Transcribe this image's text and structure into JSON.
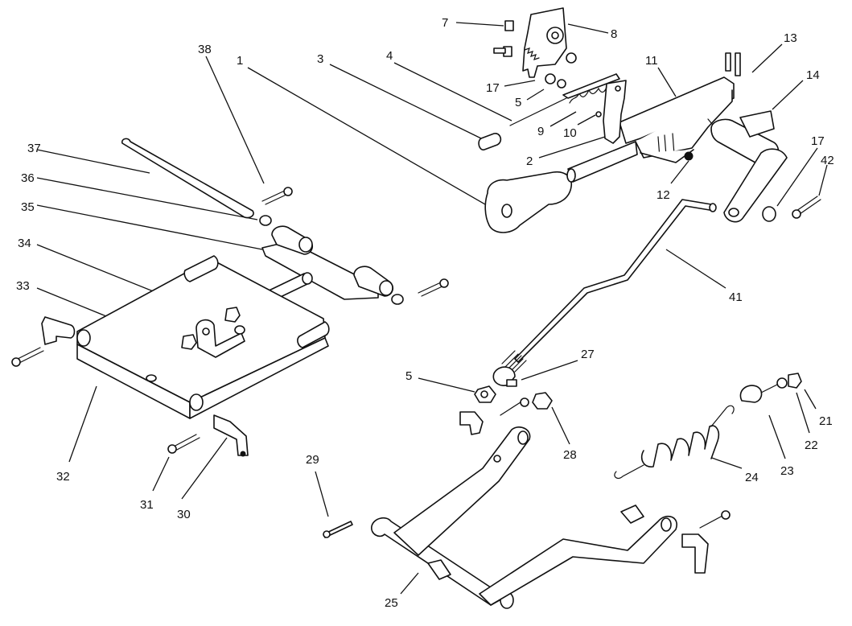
{
  "diagram": {
    "callouts": [
      {
        "id": "c1",
        "label": "1"
      },
      {
        "id": "c2",
        "label": "2"
      },
      {
        "id": "c3",
        "label": "3"
      },
      {
        "id": "c4",
        "label": "4"
      },
      {
        "id": "c5a",
        "label": "5"
      },
      {
        "id": "c5b",
        "label": "5"
      },
      {
        "id": "c7",
        "label": "7"
      },
      {
        "id": "c8",
        "label": "8"
      },
      {
        "id": "c9",
        "label": "9"
      },
      {
        "id": "c10",
        "label": "10"
      },
      {
        "id": "c11",
        "label": "11"
      },
      {
        "id": "c12",
        "label": "12"
      },
      {
        "id": "c13",
        "label": "13"
      },
      {
        "id": "c14",
        "label": "14"
      },
      {
        "id": "c17a",
        "label": "17"
      },
      {
        "id": "c17b",
        "label": "17"
      },
      {
        "id": "c21",
        "label": "21"
      },
      {
        "id": "c22",
        "label": "22"
      },
      {
        "id": "c23",
        "label": "23"
      },
      {
        "id": "c24",
        "label": "24"
      },
      {
        "id": "c25",
        "label": "25"
      },
      {
        "id": "c27",
        "label": "27"
      },
      {
        "id": "c28",
        "label": "28"
      },
      {
        "id": "c29",
        "label": "29"
      },
      {
        "id": "c30",
        "label": "30"
      },
      {
        "id": "c31",
        "label": "31"
      },
      {
        "id": "c32",
        "label": "32"
      },
      {
        "id": "c33",
        "label": "33"
      },
      {
        "id": "c34",
        "label": "34"
      },
      {
        "id": "c35",
        "label": "35"
      },
      {
        "id": "c36",
        "label": "36"
      },
      {
        "id": "c37",
        "label": "37"
      },
      {
        "id": "c38",
        "label": "38"
      },
      {
        "id": "c41",
        "label": "41"
      },
      {
        "id": "c42",
        "label": "42"
      }
    ]
  }
}
